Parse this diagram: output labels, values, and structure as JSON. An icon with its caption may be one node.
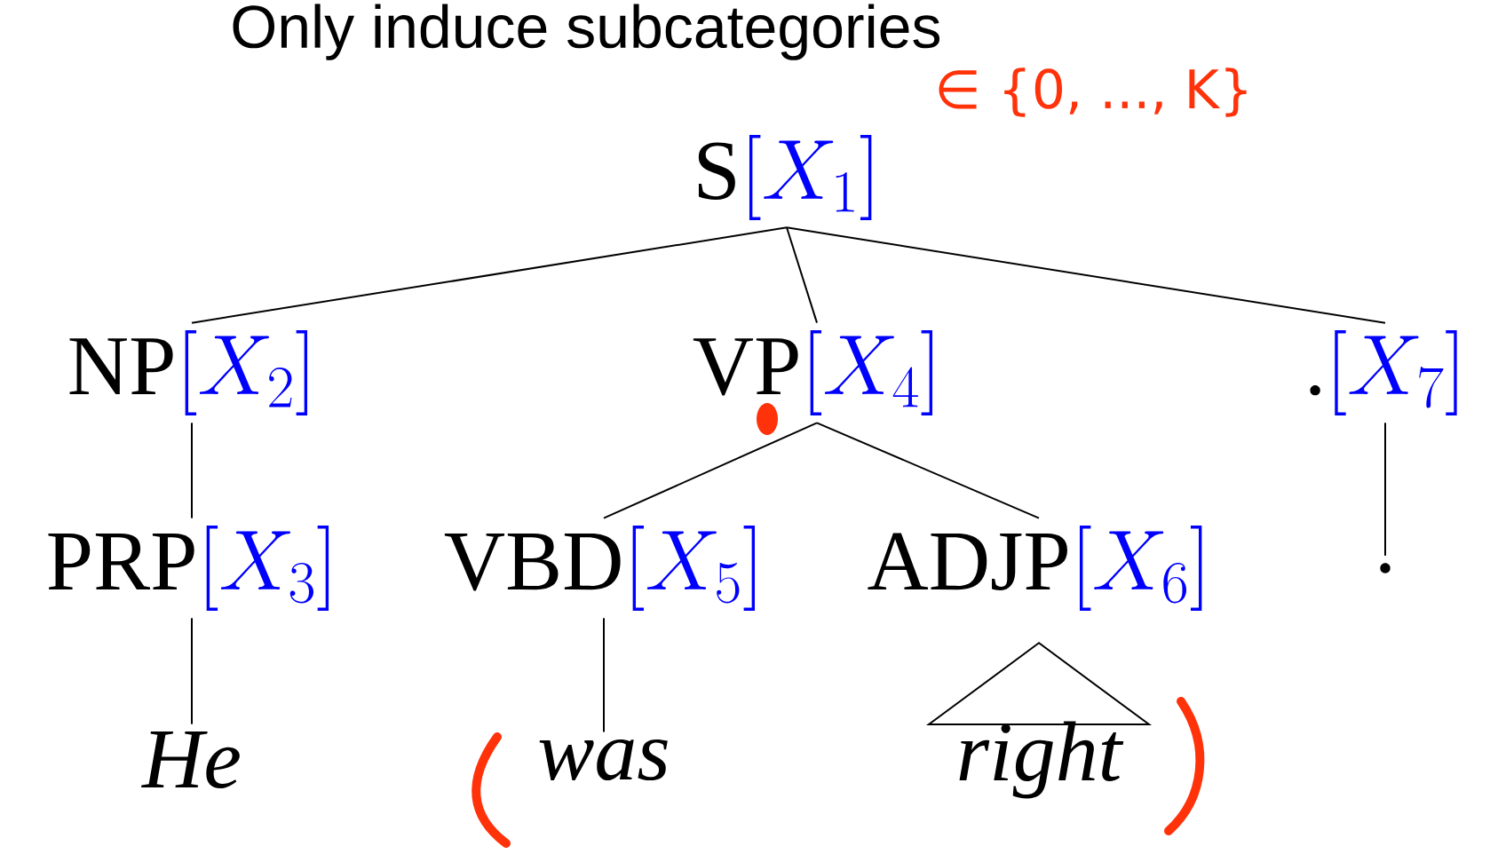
{
  "diagram": {
    "title": "Only induce subcategories",
    "nodes": [
      {
        "text": [
          "S",
          "[X_1]"
        ]
      },
      {
        "text": [
          "NP",
          "[X_2]"
        ]
      },
      {
        "text": [
          "VP",
          "[X_4]"
        ]
      },
      {
        "text": [
          ".",
          "[X_7]"
        ]
      },
      {
        "text": [
          "PRP",
          "[X_3]"
        ]
      },
      {
        "text": [
          "VBD",
          "[X_5]"
        ]
      },
      {
        "text": [
          "ADJP",
          "[X_6]"
        ]
      },
      {
        "text": [
          "."
        ]
      },
      {
        "text": [
          "He"
        ]
      },
      {
        "text": [
          "was"
        ]
      },
      {
        "text": [
          "right"
        ]
      }
    ],
    "edges": [
      {
        "from": 0,
        "to": 1,
        "arrow": "none"
      },
      {
        "from": 0,
        "to": 2,
        "arrow": "none"
      },
      {
        "from": 0,
        "to": 3,
        "arrow": "none"
      },
      {
        "from": 1,
        "to": 4,
        "arrow": "none"
      },
      {
        "from": 2,
        "to": 5,
        "arrow": "none"
      },
      {
        "from": 2,
        "to": 6,
        "arrow": "none"
      },
      {
        "from": 3,
        "to": 7,
        "arrow": "none"
      },
      {
        "from": 4,
        "to": 8,
        "arrow": "none"
      },
      {
        "from": 5,
        "to": 9,
        "arrow": "none"
      },
      {
        "from": 6,
        "to": 10,
        "arrow": "none"
      }
    ],
    "labels": [
      "∈ {0, ..., K}"
    ]
  }
}
